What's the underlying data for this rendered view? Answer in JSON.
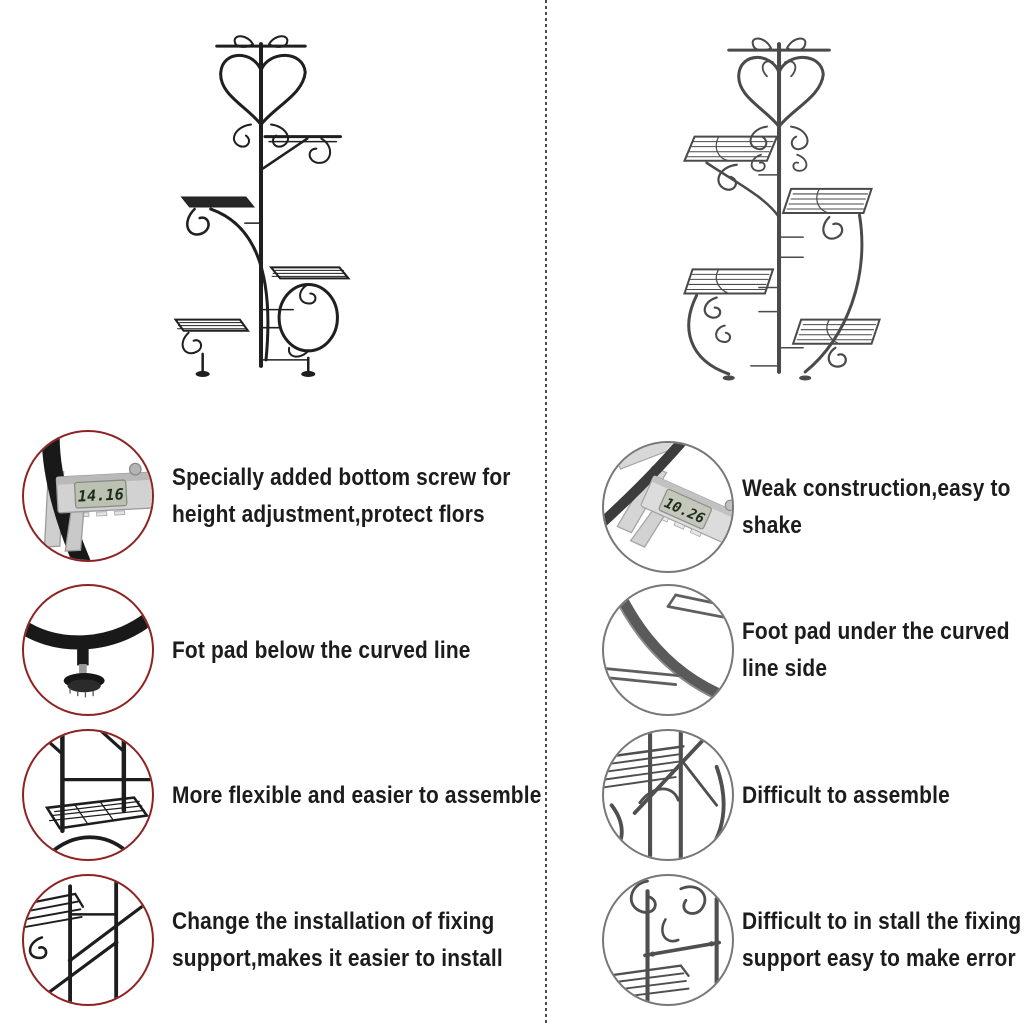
{
  "page": {
    "background": "#ffffff"
  },
  "divider": {
    "style": "dashed",
    "color": "#4d4d4d"
  },
  "left": {
    "accent_color": "#8e2323",
    "stand": {
      "name": "black-iron-plant-stand",
      "color": "#1f1f1f"
    },
    "features": [
      {
        "icon": "caliper-measurement-icon",
        "caliper_reading": "14.16",
        "lines": [
          "Specially added bottom screw for",
          "height adjustment,protect flors"
        ]
      },
      {
        "icon": "foot-pad-icon",
        "lines": [
          "Fot pad below the curved line"
        ]
      },
      {
        "icon": "shelf-frame-icon",
        "lines": [
          "More flexible and easier to assemble"
        ]
      },
      {
        "icon": "fixing-support-icon",
        "lines": [
          "Change the installation of fixing",
          "support,makes it easier to install"
        ]
      }
    ]
  },
  "right": {
    "accent_color": "#787878",
    "stand": {
      "name": "gray-iron-plant-stand",
      "color": "#4a4a4a"
    },
    "features": [
      {
        "icon": "caliper-measurement-icon",
        "caliper_reading": "10.26",
        "lines": [
          "Weak construction,easy to",
          "shake"
        ]
      },
      {
        "icon": "curved-line-foot-icon",
        "lines": [
          "Foot pad under the curved",
          "line side"
        ]
      },
      {
        "icon": "shelf-frame-icon",
        "lines": [
          "Difficult to assemble"
        ]
      },
      {
        "icon": "fixing-scroll-icon",
        "lines": [
          "Difficult to in stall the fixing",
          "support easy to make error"
        ]
      }
    ]
  }
}
